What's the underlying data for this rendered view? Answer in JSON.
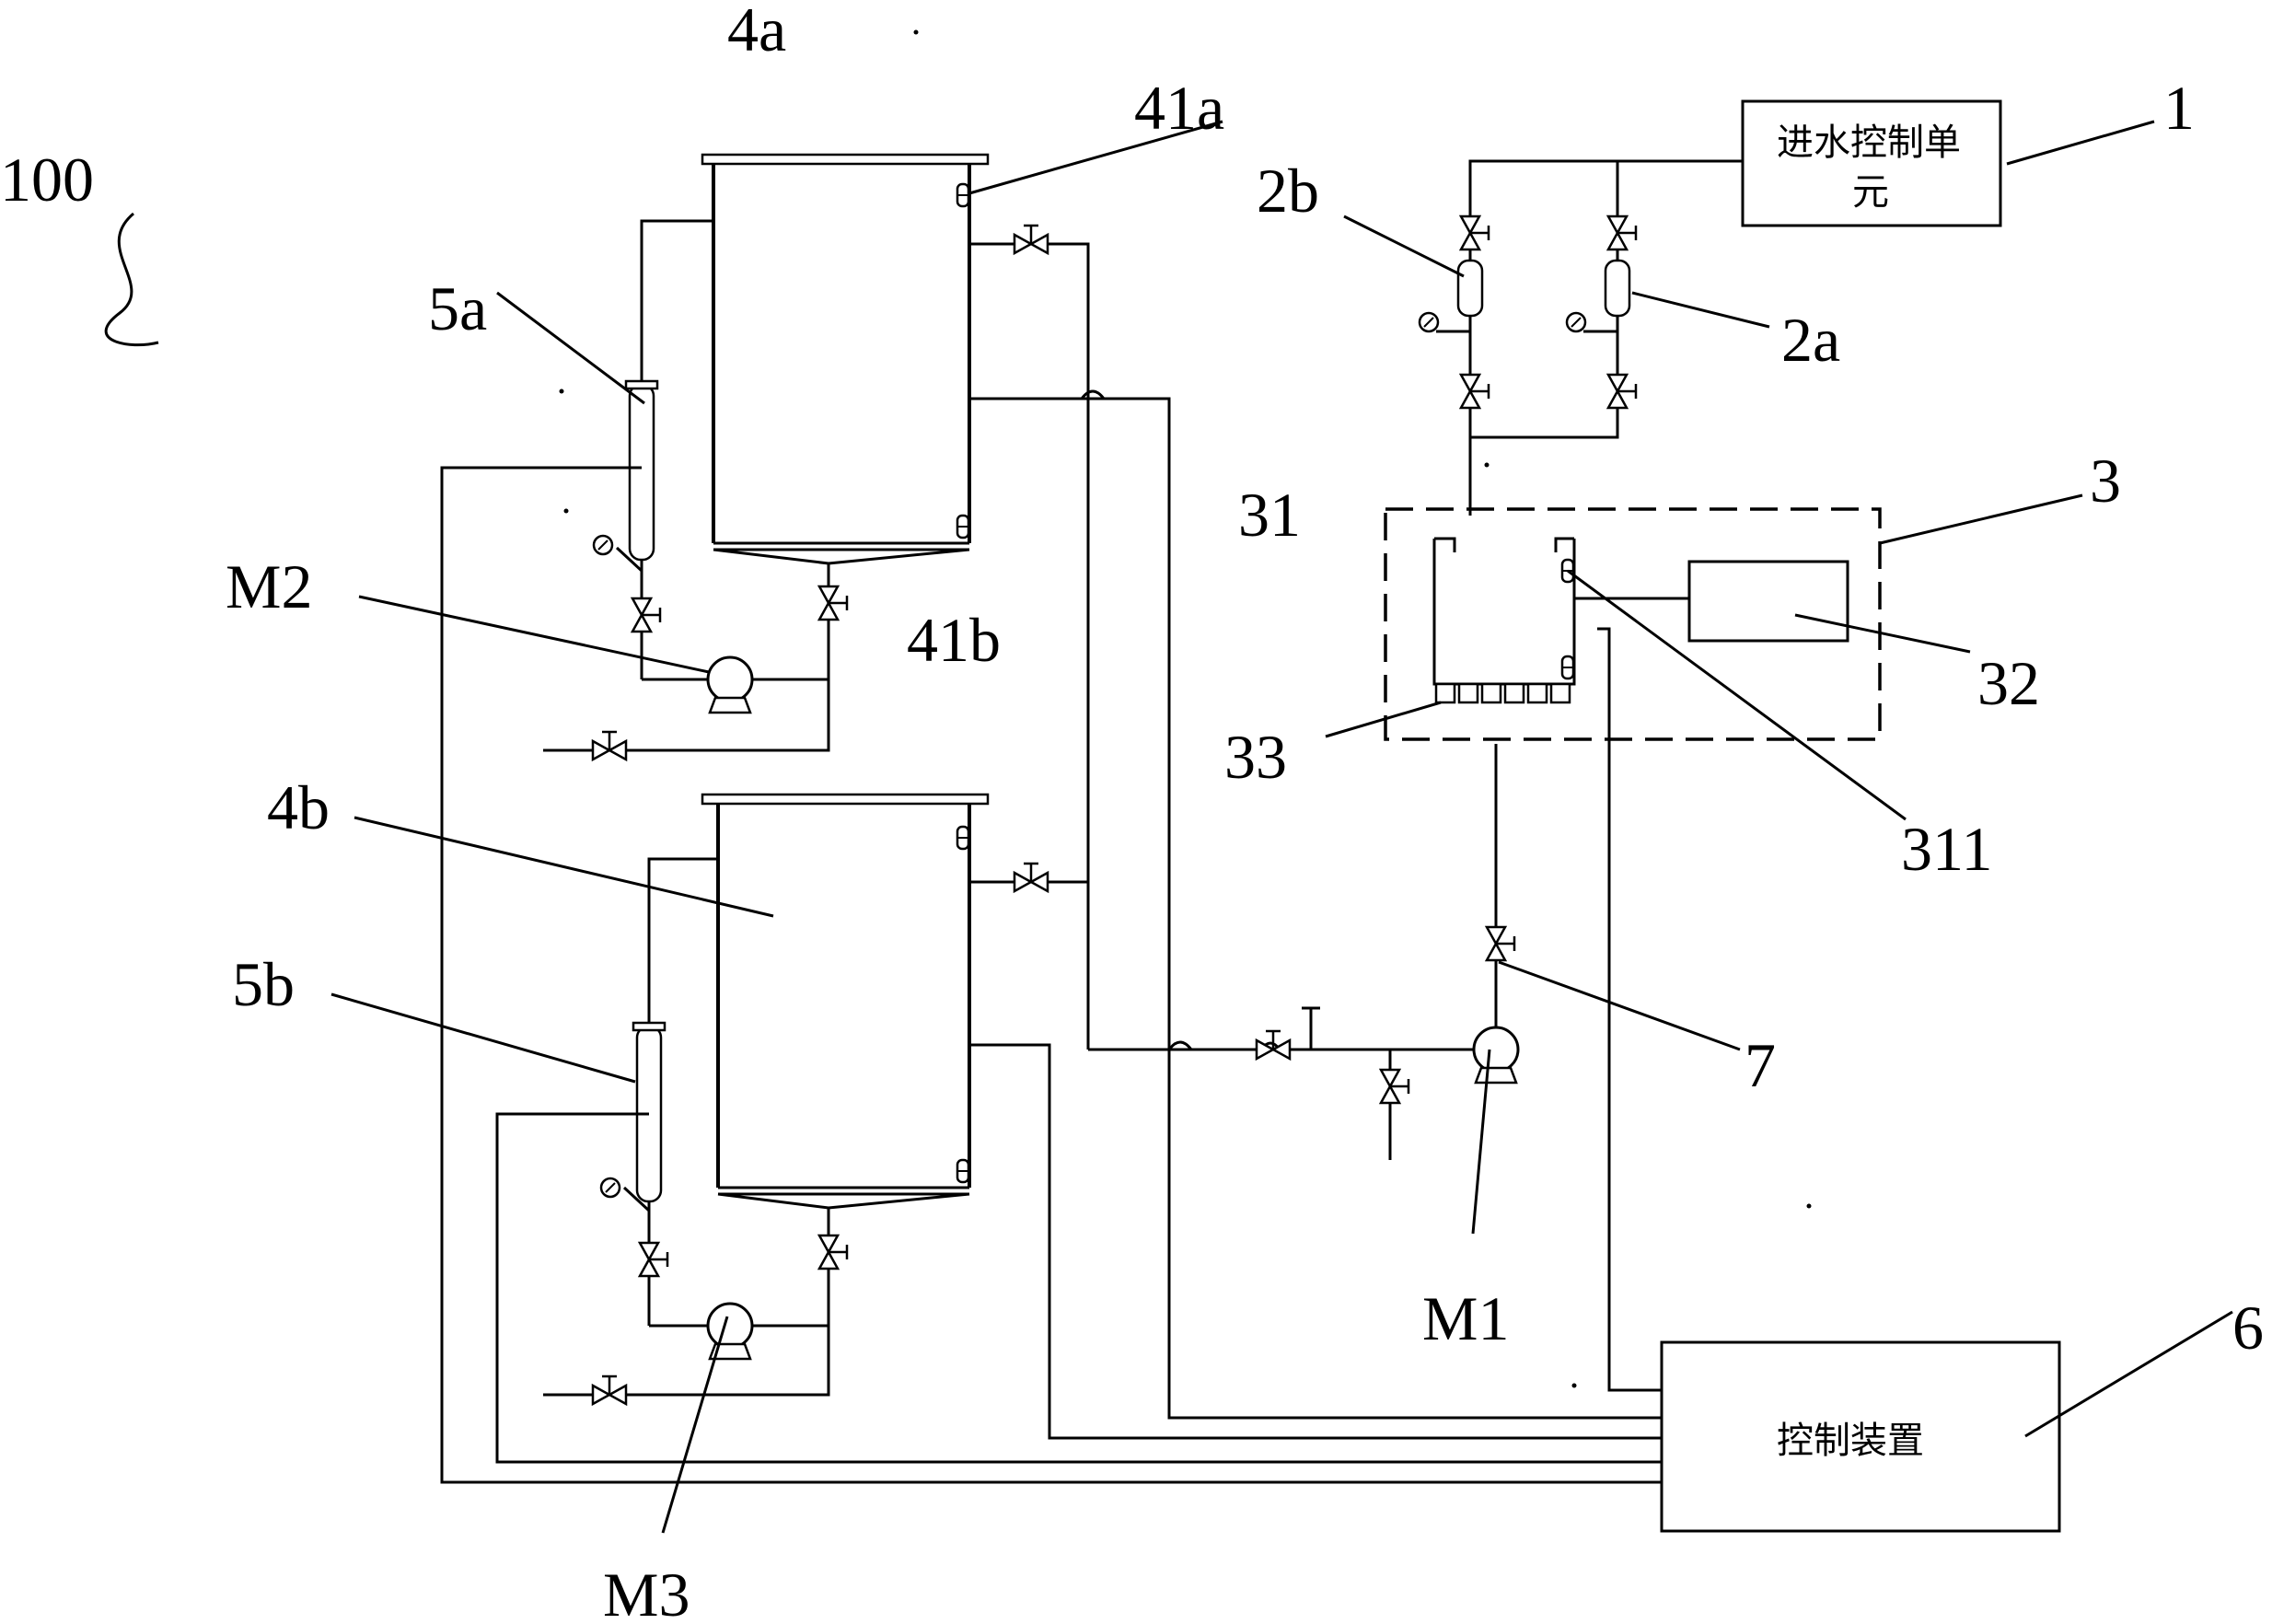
{
  "labels": {
    "system": "100",
    "tank_a": "4a",
    "tank_a_sensor": "41a",
    "tank_b": "4b",
    "tank_b_sensor": "41b",
    "column_a": "5a",
    "column_b": "5b",
    "pump_m2": "M2",
    "pump_m3": "M3",
    "pump_m1": "M1",
    "inlet_unit": "1",
    "filter_2b": "2b",
    "filter_2a": "2a",
    "module_3": "3",
    "vessel_31": "31",
    "unit_32": "32",
    "port_33": "33",
    "sensor_311": "311",
    "valve_7": "7",
    "controller": "6"
  },
  "boxes": {
    "inlet_control_unit_line1": "进水控制单",
    "inlet_control_unit_line2": "元",
    "control_device": "控制装置"
  }
}
